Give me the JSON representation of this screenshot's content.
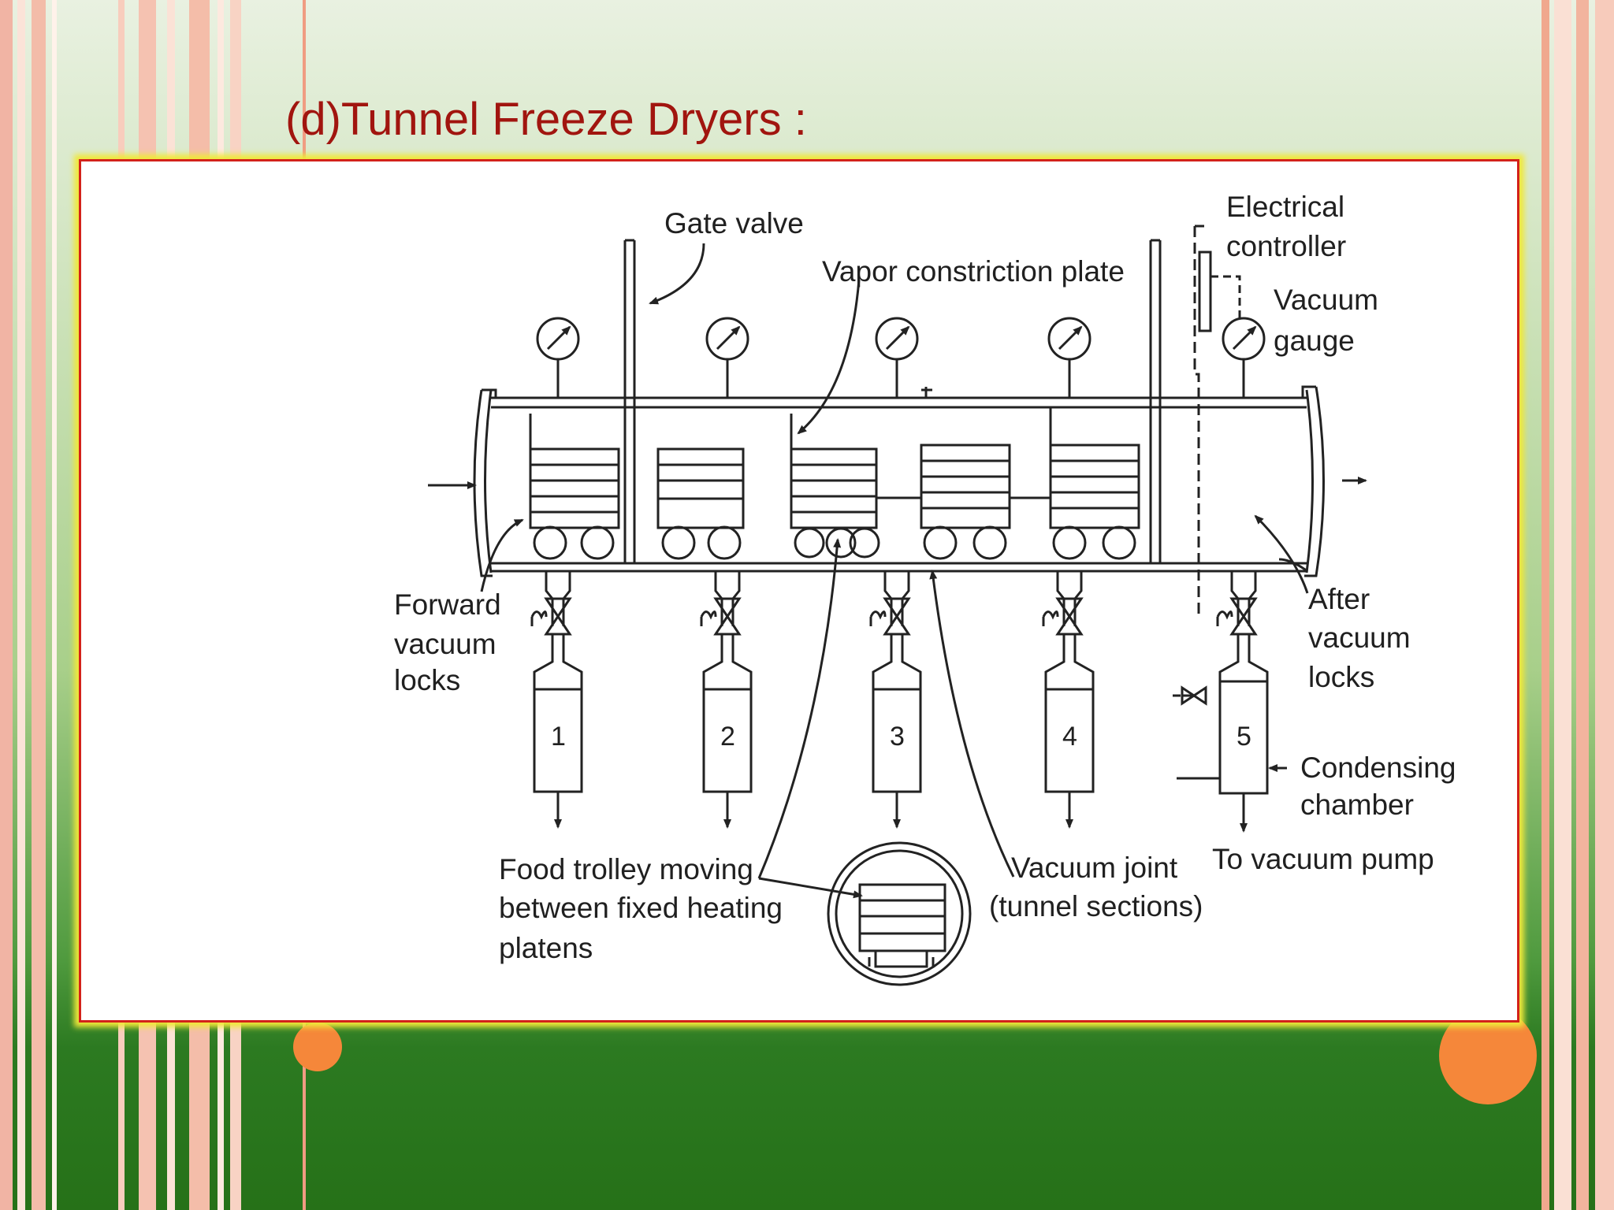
{
  "slide": {
    "title": "(d)Tunnel Freeze Dryers  :",
    "colors": {
      "title": "#a1150f",
      "frame_border": "#d3221a",
      "frame_glow": "#f0e83a",
      "accent_dot": "#f5873a"
    }
  },
  "diagram": {
    "labels": {
      "gate_valve": "Gate valve",
      "vapor_plate": "Vapor constriction plate",
      "electrical_1": "Electrical",
      "electrical_2": "controller",
      "vacuum_gauge_1": "Vacuum",
      "vacuum_gauge_2": "gauge",
      "forward_1": "Forward",
      "forward_2": "vacuum",
      "forward_3": "locks",
      "after_1": "After",
      "after_2": "vacuum",
      "after_3": "locks",
      "condensing_1": "Condensing",
      "condensing_2": "chamber",
      "to_pump": "To vacuum pump",
      "food_1": "Food trolley moving",
      "food_2": "between fixed heating",
      "food_3": "platens",
      "joint_1": "Vacuum joint",
      "joint_2": "(tunnel sections)"
    },
    "condensers": [
      "1",
      "2",
      "3",
      "4",
      "5"
    ]
  }
}
